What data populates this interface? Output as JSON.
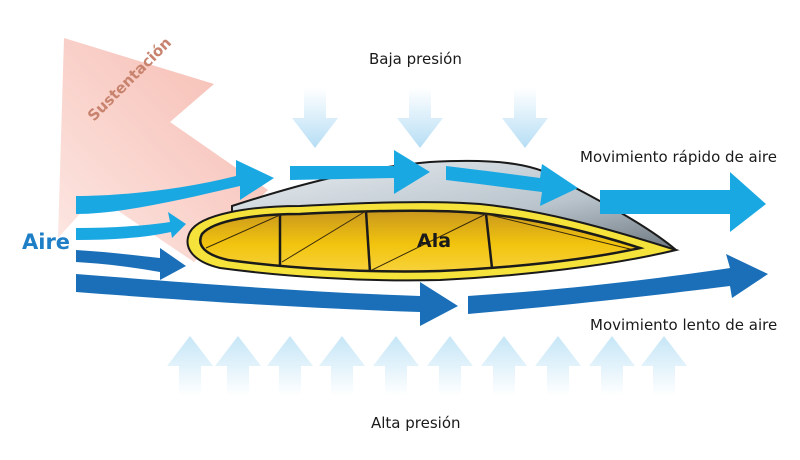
{
  "labels": {
    "low_pressure": "Baja presión",
    "high_pressure": "Alta presión",
    "fast_air": "Movimiento rápido de aire",
    "slow_air": "Movimiento lento de aire",
    "air": "Aire",
    "wing": "Ala",
    "lift": "Sustentación"
  },
  "colors": {
    "fast_flow": "#1aa8e3",
    "slow_flow": "#1a6fb8",
    "air_label": "#1e7fc6",
    "wing_fill": "#f2c40e",
    "wing_outline": "#1a1a1a",
    "wing_rim": "#f5e23a",
    "lift_arrow": "#f6c7bf",
    "lift_label": "#c8836e",
    "pressure_arrow": "#bfe3f6"
  }
}
